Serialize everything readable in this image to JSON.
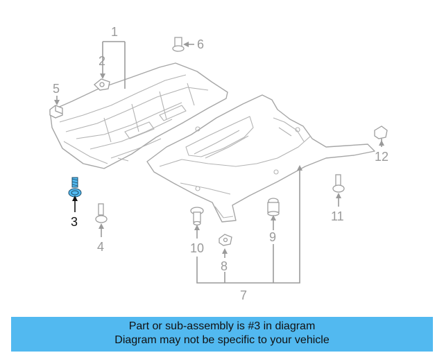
{
  "diagram": {
    "callouts": {
      "c1": "1",
      "c2": "2",
      "c3": "3",
      "c4": "4",
      "c5": "5",
      "c6": "6",
      "c7": "7",
      "c8": "8",
      "c9": "9",
      "c10": "10",
      "c11": "11",
      "c12": "12"
    },
    "highlighted_part": "3",
    "colors": {
      "highlight": "#52b9f0",
      "line": "#a6a6a6",
      "callout_text": "#9a9a9a",
      "active_text": "#111111"
    }
  },
  "banner": {
    "line1": "Part or sub-assembly is #3 in diagram",
    "line2": "Diagram may not be specific to your vehicle",
    "background": "#52b9f0"
  }
}
